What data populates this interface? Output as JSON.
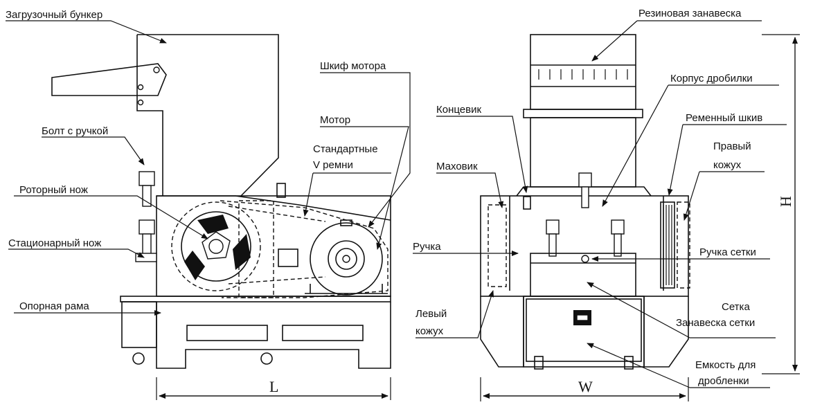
{
  "labels": {
    "hopper": "Загрузочный бункер",
    "bolt_handle": "Болт с ручкой",
    "rotor_knife": "Роторный нож",
    "stationary_knife": "Стационарный нож",
    "support_frame": "Опорная рама",
    "motor_pulley": "Шкиф мотора",
    "motor": "Мотор",
    "v_belts_1": "Стандартные",
    "v_belts_2": "V ремни",
    "rubber_curtain": "Резиновая занавеска",
    "crusher_body": "Корпус дробилки",
    "limit_switch": "Концевик",
    "belt_pulley": "Ременный шкив",
    "right_cover_1": "Правый",
    "right_cover_2": "кожух",
    "flywheel": "Маховик",
    "handle": "Ручка",
    "screen_handle": "Ручка сетки",
    "left_cover_1": "Левый",
    "left_cover_2": "кожух",
    "screen": "Сетка",
    "screen_curtain": "Занавеска сетки",
    "bin_1": "Емкость для",
    "bin_2": "дробленки"
  },
  "dimensions": {
    "length": "L",
    "width": "W",
    "height": "H"
  }
}
